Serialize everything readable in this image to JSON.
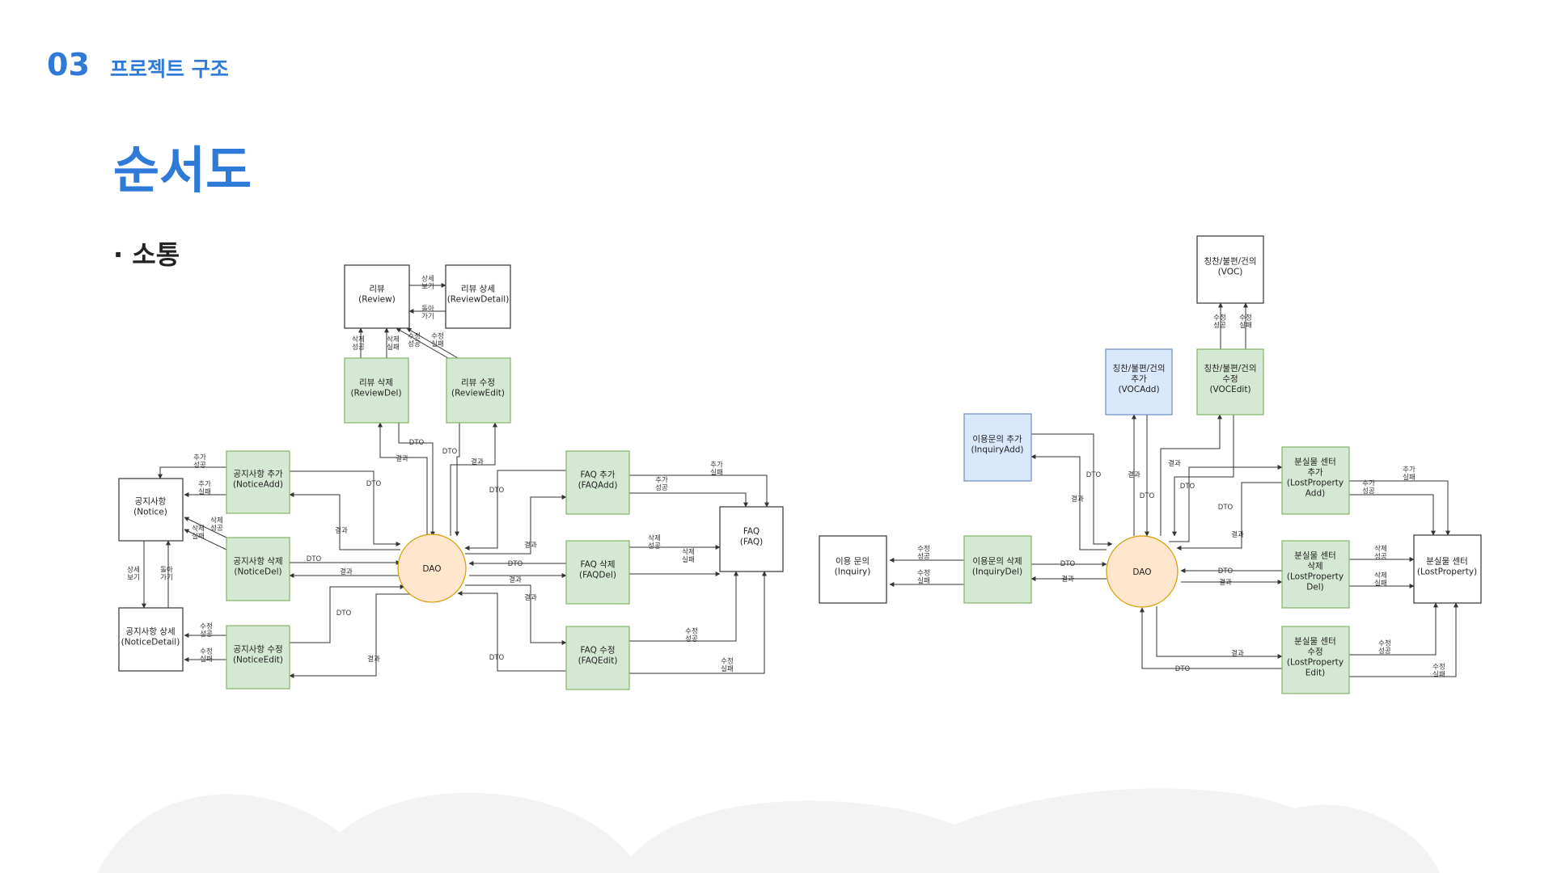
{
  "header": {
    "section_number": "03",
    "section_title": "프로젝트 구조"
  },
  "page_title": "순서도",
  "subtitle": "· 소통",
  "left_diagram": {
    "nodes": [
      {
        "id": "review",
        "lines": [
          "리뷰",
          "(Review)"
        ],
        "style": "white"
      },
      {
        "id": "review-detail",
        "lines": [
          "리뷰 상세",
          "(ReviewDetail)"
        ],
        "style": "white"
      },
      {
        "id": "review-del",
        "lines": [
          "리뷰 삭제",
          "(ReviewDel)"
        ],
        "style": "green"
      },
      {
        "id": "review-edit",
        "lines": [
          "리뷰 수정",
          "(ReviewEdit)"
        ],
        "style": "green"
      },
      {
        "id": "notice",
        "lines": [
          "공지사항",
          "(Notice)"
        ],
        "style": "white"
      },
      {
        "id": "notice-detail",
        "lines": [
          "공지사항 상세",
          "(NoticeDetail)"
        ],
        "style": "white"
      },
      {
        "id": "notice-add",
        "lines": [
          "공지사항 추가",
          "(NoticeAdd)"
        ],
        "style": "green"
      },
      {
        "id": "notice-del",
        "lines": [
          "공지사항 삭제",
          "(NoticeDel)"
        ],
        "style": "green"
      },
      {
        "id": "notice-edit",
        "lines": [
          "공지사항 수정",
          "(NoticeEdit)"
        ],
        "style": "green"
      },
      {
        "id": "dao-left",
        "lines": [
          "DAO"
        ],
        "style": "dao"
      },
      {
        "id": "faq-add",
        "lines": [
          "FAQ 추가",
          "(FAQAdd)"
        ],
        "style": "green"
      },
      {
        "id": "faq-del",
        "lines": [
          "FAQ 삭제",
          "(FAQDel)"
        ],
        "style": "green"
      },
      {
        "id": "faq-edit",
        "lines": [
          "FAQ 수정",
          "(FAQEdit)"
        ],
        "style": "green"
      },
      {
        "id": "faq",
        "lines": [
          "FAQ",
          "(FAQ)"
        ],
        "style": "white"
      }
    ],
    "edge_labels": [
      {
        "id": "l-review-detail-view",
        "lines": [
          "상세",
          "보기"
        ]
      },
      {
        "id": "l-review-back",
        "lines": [
          "돌아",
          "가기"
        ]
      },
      {
        "id": "l-review-del-ok",
        "lines": [
          "삭제",
          "성공"
        ]
      },
      {
        "id": "l-review-del-fail",
        "lines": [
          "삭제",
          "실패"
        ]
      },
      {
        "id": "l-review-edit-ok",
        "lines": [
          "수정",
          "성공"
        ]
      },
      {
        "id": "l-review-edit-fail",
        "lines": [
          "수정",
          "실패"
        ]
      },
      {
        "id": "l-reviewdel-dto",
        "lines": [
          "DTO"
        ]
      },
      {
        "id": "l-reviewdel-result",
        "lines": [
          "결과"
        ]
      },
      {
        "id": "l-reviewedit-dto",
        "lines": [
          "DTO"
        ]
      },
      {
        "id": "l-reviewedit-result",
        "lines": [
          "결과"
        ]
      },
      {
        "id": "l-notice-add-ok",
        "lines": [
          "추가",
          "성공"
        ]
      },
      {
        "id": "l-notice-add-fail",
        "lines": [
          "추가",
          "실패"
        ]
      },
      {
        "id": "l-notice-del-ok",
        "lines": [
          "삭제",
          "성공"
        ]
      },
      {
        "id": "l-notice-del-fail",
        "lines": [
          "삭제",
          "실패"
        ]
      },
      {
        "id": "l-notice-detail-view",
        "lines": [
          "상세",
          "보기"
        ]
      },
      {
        "id": "l-notice-back",
        "lines": [
          "돌아",
          "가기"
        ]
      },
      {
        "id": "l-notice-edit-ok",
        "lines": [
          "수정",
          "성공"
        ]
      },
      {
        "id": "l-notice-edit-fail",
        "lines": [
          "수정",
          "실패"
        ]
      },
      {
        "id": "l-noticeadd-dto",
        "lines": [
          "DTO"
        ]
      },
      {
        "id": "l-noticeadd-result",
        "lines": [
          "결과"
        ]
      },
      {
        "id": "l-noticedel-dto",
        "lines": [
          "DTO"
        ]
      },
      {
        "id": "l-noticedel-result",
        "lines": [
          "결과"
        ]
      },
      {
        "id": "l-noticeedit-dto",
        "lines": [
          "DTO"
        ]
      },
      {
        "id": "l-noticeedit-result",
        "lines": [
          "결과"
        ]
      },
      {
        "id": "l-faqadd-dto",
        "lines": [
          "DTO"
        ]
      },
      {
        "id": "l-faqadd-result",
        "lines": [
          "결과"
        ]
      },
      {
        "id": "l-faqdel-dto",
        "lines": [
          "DTO"
        ]
      },
      {
        "id": "l-faqdel-result",
        "lines": [
          "결과"
        ]
      },
      {
        "id": "l-faqedit-result",
        "lines": [
          "결과"
        ]
      },
      {
        "id": "l-faqedit-dto",
        "lines": [
          "DTO"
        ]
      },
      {
        "id": "l-faq-add-fail",
        "lines": [
          "추가",
          "실패"
        ]
      },
      {
        "id": "l-faq-add-ok",
        "lines": [
          "추가",
          "성공"
        ]
      },
      {
        "id": "l-faq-del-ok",
        "lines": [
          "삭제",
          "성공"
        ]
      },
      {
        "id": "l-faq-del-fail",
        "lines": [
          "삭제",
          "실패"
        ]
      },
      {
        "id": "l-faq-edit-ok",
        "lines": [
          "수정",
          "성공"
        ]
      },
      {
        "id": "l-faq-edit-fail",
        "lines": [
          "수정",
          "실패"
        ]
      }
    ]
  },
  "right_diagram": {
    "nodes": [
      {
        "id": "voc",
        "lines": [
          "칭찬/불편/건의",
          "(VOC)"
        ],
        "style": "white"
      },
      {
        "id": "voc-add",
        "lines": [
          "칭찬/불편/건의",
          "추가",
          "(VOCAdd)"
        ],
        "style": "blue"
      },
      {
        "id": "voc-edit",
        "lines": [
          "칭찬/불편/건의",
          "수정",
          "(VOCEdit)"
        ],
        "style": "green"
      },
      {
        "id": "inquiry-add",
        "lines": [
          "이용문의 추가",
          "(InquiryAdd)"
        ],
        "style": "blue"
      },
      {
        "id": "inquiry",
        "lines": [
          "이용 문의",
          "(Inquiry)"
        ],
        "style": "white"
      },
      {
        "id": "inquiry-del",
        "lines": [
          "이용문의 삭제",
          "(InquiryDel)"
        ],
        "style": "green"
      },
      {
        "id": "dao-right",
        "lines": [
          "DAO"
        ],
        "style": "dao"
      },
      {
        "id": "lost-add",
        "lines": [
          "분실물 센터",
          "추가",
          "(LostProperty",
          "Add)"
        ],
        "style": "green"
      },
      {
        "id": "lost-del",
        "lines": [
          "분실물 센터",
          "삭제",
          "(LostProperty",
          "Del)"
        ],
        "style": "green"
      },
      {
        "id": "lost-edit",
        "lines": [
          "분실물 센터",
          "수정",
          "(LostProperty",
          "Edit)"
        ],
        "style": "green"
      },
      {
        "id": "lost",
        "lines": [
          "분실물 센터",
          "(LostProperty)"
        ],
        "style": "white"
      }
    ],
    "edge_labels": [
      {
        "id": "r-voc-edit-ok",
        "lines": [
          "수정",
          "성공"
        ]
      },
      {
        "id": "r-voc-edit-fail",
        "lines": [
          "수정",
          "실패"
        ]
      },
      {
        "id": "r-inqadd-dto",
        "lines": [
          "DTO"
        ]
      },
      {
        "id": "r-inqadd-result",
        "lines": [
          "결과"
        ]
      },
      {
        "id": "r-vocadd-result",
        "lines": [
          "결과"
        ]
      },
      {
        "id": "r-vocadd-dto",
        "lines": [
          "DTO"
        ]
      },
      {
        "id": "r-vocedit-result",
        "lines": [
          "결과"
        ]
      },
      {
        "id": "r-vocedit-dto",
        "lines": [
          "DTO"
        ]
      },
      {
        "id": "r-inq-del-ok",
        "lines": [
          "수정",
          "성공"
        ]
      },
      {
        "id": "r-inq-del-fail",
        "lines": [
          "수정",
          "실패"
        ]
      },
      {
        "id": "r-inqdel-dto",
        "lines": [
          "DTO"
        ]
      },
      {
        "id": "r-inqdel-result",
        "lines": [
          "결과"
        ]
      },
      {
        "id": "r-lostadd-dto",
        "lines": [
          "DTO"
        ]
      },
      {
        "id": "r-lostadd-result",
        "lines": [
          "결과"
        ]
      },
      {
        "id": "r-lostdel-dto",
        "lines": [
          "DTO"
        ]
      },
      {
        "id": "r-lostdel-result",
        "lines": [
          "결과"
        ]
      },
      {
        "id": "r-lostedit-result",
        "lines": [
          "결과"
        ]
      },
      {
        "id": "r-lostedit-dto",
        "lines": [
          "DTO"
        ]
      },
      {
        "id": "r-lost-add-fail",
        "lines": [
          "추가",
          "실패"
        ]
      },
      {
        "id": "r-lost-add-ok",
        "lines": [
          "추가",
          "성공"
        ]
      },
      {
        "id": "r-lost-del-ok",
        "lines": [
          "삭제",
          "성공"
        ]
      },
      {
        "id": "r-lost-del-fail",
        "lines": [
          "삭제",
          "실패"
        ]
      },
      {
        "id": "r-lost-edit-ok",
        "lines": [
          "수정",
          "성공"
        ]
      },
      {
        "id": "r-lost-edit-fail",
        "lines": [
          "수정",
          "실패"
        ]
      }
    ]
  }
}
